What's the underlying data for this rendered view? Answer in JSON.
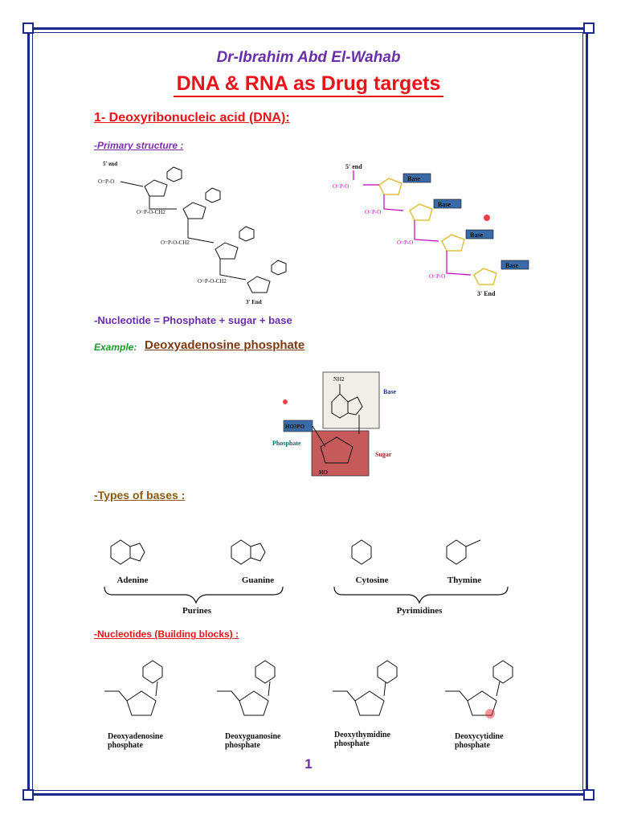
{
  "author": "Dr-Ibrahim Abd El-Wahab",
  "title": "DNA & RNA as Drug targets",
  "section": "1- Deoxyribonucleic acid (DNA):",
  "primary_structure": "-Primary structure :",
  "nucleotide_def": "-Nucleotide = Phosphate + sugar + base",
  "example_label": "Example:",
  "example_value": "Deoxyadenosine  phosphate",
  "types_heading": "-Types of bases :",
  "nucleotides_heading": "-Nucleotides (Building blocks) :",
  "page_number": "1",
  "diagram_labels": {
    "five_end": "5' end",
    "three_end": "3' End",
    "three_end2": "3' End",
    "base": "Base",
    "phosphate": "Phosphate",
    "sugar": "Sugar",
    "nh2": "NH2",
    "ho3po": "HO3PO"
  },
  "bases": [
    {
      "name": "Adenine"
    },
    {
      "name": "Guanine"
    },
    {
      "name": "Cytosine"
    },
    {
      "name": "Thymine"
    }
  ],
  "base_groups": {
    "purines": "Purines",
    "pyrimidines": "Pyrimidines"
  },
  "nucleotides": [
    {
      "line1": "Deoxyadenosine",
      "line2": "phosphate"
    },
    {
      "line1": "Deoxyguanosine",
      "line2": "phosphate"
    },
    {
      "line1": "Deoxythymidine",
      "line2": "phosphate"
    },
    {
      "line1": "Deoxycytidine",
      "line2": "phosphate"
    }
  ]
}
